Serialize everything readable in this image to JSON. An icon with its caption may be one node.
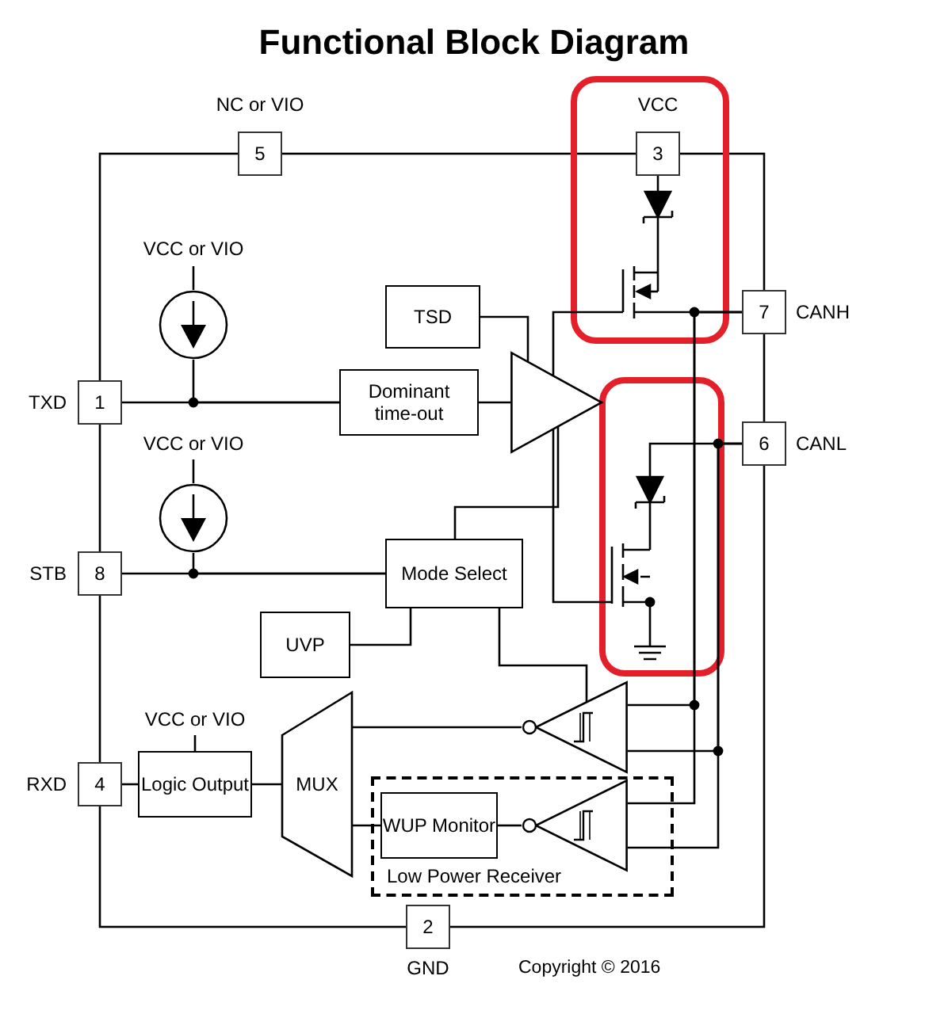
{
  "diagram": {
    "title": "Functional Block Diagram",
    "nodes": [
      {
        "text": [
          "5"
        ],
        "beside": [
          "NC or VIO"
        ]
      },
      {
        "text": [
          "3"
        ],
        "beside": [
          "VCC"
        ]
      },
      {
        "text": [],
        "shape": "circle",
        "beside": [
          "VCC or VIO"
        ]
      },
      {
        "text": [
          "TSD"
        ]
      },
      {
        "text": [
          "7"
        ],
        "beside": [
          "CANH"
        ]
      },
      {
        "text": [
          "1"
        ],
        "beside": [
          "TXD"
        ]
      },
      {
        "text": [
          "Dominant time-out"
        ]
      },
      {
        "text": [],
        "shape": "triangle"
      },
      {
        "text": [
          "6"
        ],
        "beside": [
          "CANL"
        ]
      },
      {
        "text": [],
        "shape": "circle",
        "beside": [
          "VCC or VIO"
        ]
      },
      {
        "text": [
          "8"
        ],
        "beside": [
          "STB"
        ]
      },
      {
        "text": [
          "Mode Select"
        ]
      },
      {
        "text": [
          "UVP"
        ]
      },
      {
        "text": [],
        "shape": "triangle"
      },
      {
        "text": [
          "4"
        ],
        "beside": [
          "RXD"
        ]
      },
      {
        "text": [
          "Logic Output"
        ],
        "beside": [
          "VCC or VIO"
        ]
      },
      {
        "text": [
          "MUX"
        ]
      },
      {
        "text": [
          "Low Power Receiver"
        ]
      },
      {
        "text": [
          "WUP Monitor"
        ],
        "in": 17
      },
      {
        "text": [],
        "shape": "triangle",
        "in": 17
      },
      {
        "text": [
          "2"
        ],
        "beside": [
          "GND"
        ]
      },
      {
        "text": [],
        "shape": "transistor"
      },
      {
        "text": [],
        "shape": "transistor"
      }
    ],
    "edges": [
      {
        "from": 5,
        "to": 6,
        "arrow": "none"
      },
      {
        "from": 2,
        "to": 6,
        "arrow": "none"
      },
      {
        "from": 3,
        "to": 7,
        "arrow": "none"
      },
      {
        "from": 6,
        "to": 7,
        "arrow": "none"
      },
      {
        "from": 11,
        "to": 7,
        "arrow": "none"
      },
      {
        "from": 10,
        "to": 11,
        "arrow": "none"
      },
      {
        "from": 9,
        "to": 11,
        "arrow": "none"
      },
      {
        "from": 12,
        "to": 11,
        "arrow": "none"
      },
      {
        "from": 11,
        "to": 13,
        "arrow": "none"
      },
      {
        "from": 13,
        "to": 16,
        "arrow": "none"
      },
      {
        "from": 19,
        "to": 18,
        "arrow": "none"
      },
      {
        "from": 18,
        "to": 16,
        "arrow": "none"
      },
      {
        "from": 16,
        "to": 15,
        "arrow": "none"
      },
      {
        "from": 15,
        "to": 14,
        "arrow": "none"
      },
      {
        "from": 4,
        "to": 13,
        "arrow": "none"
      },
      {
        "from": 8,
        "to": 13,
        "arrow": "none"
      },
      {
        "from": 4,
        "to": 19,
        "arrow": "none"
      },
      {
        "from": 8,
        "to": 19,
        "arrow": "none"
      },
      {
        "from": 1,
        "to": 21,
        "arrow": "none"
      },
      {
        "from": 7,
        "to": 21,
        "arrow": "none"
      },
      {
        "from": 7,
        "to": 22,
        "arrow": "none"
      },
      {
        "from": 21,
        "to": 4,
        "arrow": "none"
      },
      {
        "from": 8,
        "to": 22,
        "arrow": "none"
      }
    ],
    "labels": [
      "Copyright © 2016"
    ]
  }
}
